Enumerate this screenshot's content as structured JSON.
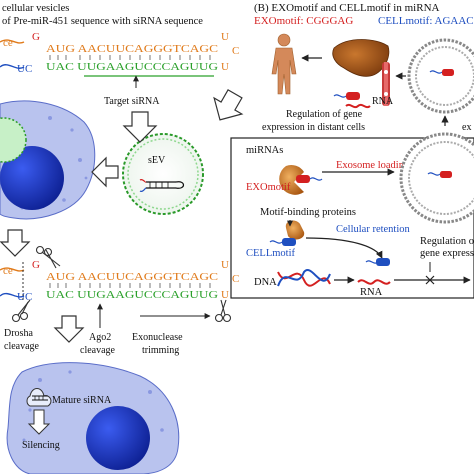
{
  "panel_a": {
    "title_line1": "cellular vesicles",
    "title_line2": "of Pre-miR-451 sequence with siRNA sequence",
    "hairpin_top": {
      "top_5p": "ce",
      "top_g": "G",
      "top_strand": "AUG AACUUCAGGGTCAGC",
      "loop_u1": "U",
      "loop_u2": "U",
      "loop_c": "C",
      "bottom_3p": "UC",
      "bottom_strand": "UAC UUGAAGUCCCAGUUG"
    },
    "target_sirna_label": "Target siRNA",
    "sev_label": "sEV",
    "hairpin_bottom": {
      "top_5p": "ce",
      "top_g": "G",
      "top_strand": "AUG AACUUCAGGGTCAGC",
      "loop_u1": "U",
      "loop_u2": "U",
      "loop_c": "C",
      "bottom_3p": "UC",
      "bottom_strand": "UAC UUGAAGUCCCAGUUG"
    },
    "drosha_label_line1": "Drosha",
    "drosha_label_line2": "cleavage",
    "ago2_label_line1": "Ago2",
    "ago2_label_line2": "cleavage",
    "exonuclease_label_line1": "Exonuclease",
    "exonuclease_label_line2": "trimming",
    "mature_sirna_label": "Mature siRNA",
    "silencing_label": "Silencing"
  },
  "panel_b": {
    "title": "(B) EXOmotif and CELLmotif in miRNA",
    "exomotif_label": "EXOmotif: CGGGAG",
    "cellmotif_label": "CELLmotif: AGAAC",
    "rna_label_top": "RNA",
    "regulation_distant_line1": "Regulation of gene",
    "regulation_distant_line2": "expression in distant cells",
    "exo_partial": "ex",
    "box_title": "miRNAs",
    "exomotif_inline": "EXOmotif",
    "exosome_loading": "Exosome loading",
    "motif_binding_proteins": "Motif-binding proteins",
    "cellmotif_inline": "CELLmotif",
    "cellular_retention": "Cellular retention",
    "regulation_local_line1": "Regulation o",
    "regulation_local_line2": "gene express",
    "dna_label": "DNA",
    "rna_label_bottom": "RNA"
  },
  "colors": {
    "strand_orange": "#e07a1a",
    "strand_green": "#2aa02a",
    "motif_red": "#d42020",
    "motif_blue": "#1f4fc0",
    "cell_lavender": "#b9c3ee",
    "nucleus_blue": "#1b35c8",
    "vesicle_green": "#5fd35f",
    "protein_orange": "#d9821e"
  }
}
